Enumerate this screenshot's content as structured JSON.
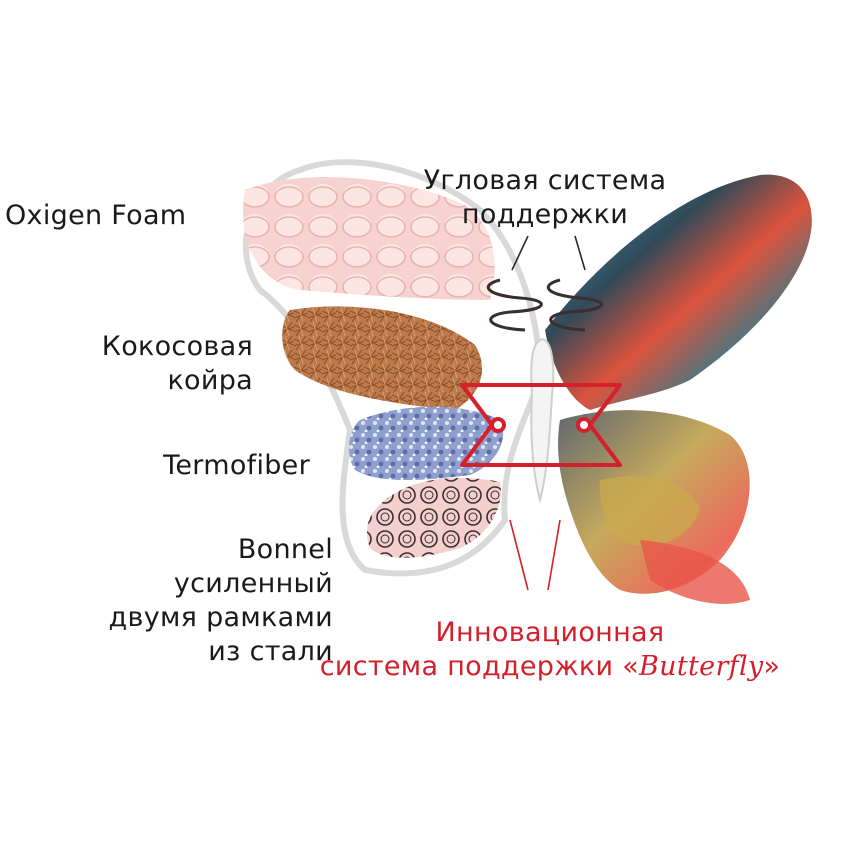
{
  "labels": {
    "oxigen_foam": "Oxigen Foam",
    "coconut_line1": "Кокосовая",
    "coconut_line2": "койра",
    "termofiber": "Termofiber",
    "bonnel_line1": "Bonnel",
    "bonnel_line2": "усиленный",
    "bonnel_line3": "двумя рамками",
    "bonnel_line4": "из стали",
    "corner_line1": "Угловая система",
    "corner_line2": "поддержки",
    "innovation_line1": "Инновационная",
    "innovation_line2": "система поддержки «",
    "innovation_brand": "Butterfly",
    "innovation_close": "»"
  },
  "colors": {
    "text": "#1a1a1a",
    "accent_red": "#d4202a",
    "foam_pink": "#f4c9c6",
    "coconut_brown": "#b9764a",
    "fiber_blue": "#7e92c4",
    "bonnel_pink": "#f2c6c4"
  }
}
